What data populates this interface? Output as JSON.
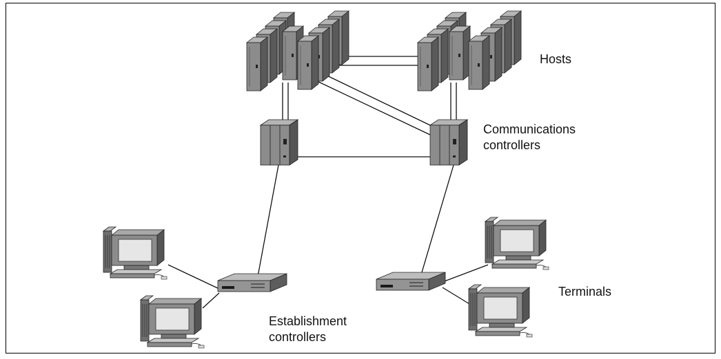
{
  "labels": {
    "hosts": "Hosts",
    "comm_line1": "Communications",
    "comm_line2": "controllers",
    "terminals": "Terminals",
    "est_line1": "Establishment",
    "est_line2": "controllers"
  },
  "colors": {
    "device_face": "#8f8f8f",
    "device_front": "#6f6f6f",
    "device_dark": "#2e2e2e",
    "monitor_screen": "#e6e6e6",
    "line": "#111111"
  }
}
